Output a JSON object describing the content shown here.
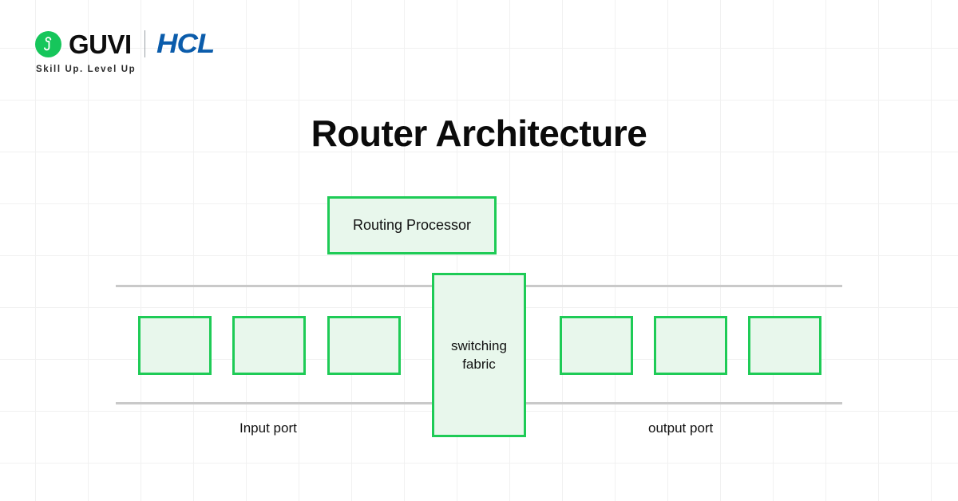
{
  "brand": {
    "mark_icon": "guvi-g-mark-icon",
    "name": "GUVI",
    "partner": "HCL",
    "tagline": "Skill Up. Level Up",
    "colors": {
      "guvi_green": "#16c65b",
      "hcl_blue": "#0b5cab"
    }
  },
  "diagram": {
    "title": "Router Architecture",
    "colors": {
      "node_border": "#1ecb56",
      "node_fill": "#e8f7ec",
      "rule": "#c9c9c9",
      "grid": "#f1f1f1",
      "background": "#ffffff",
      "text": "#111111"
    },
    "nodes": {
      "routing_processor": {
        "label": "Routing Processor"
      },
      "switching_fabric": {
        "label_line1": "switching",
        "label_line2": "fabric"
      }
    },
    "input_ports": [
      {
        "label": ""
      },
      {
        "label": ""
      },
      {
        "label": ""
      }
    ],
    "output_ports": [
      {
        "label": ""
      },
      {
        "label": ""
      },
      {
        "label": ""
      }
    ],
    "captions": {
      "input": "Input port",
      "output": "output port"
    }
  }
}
